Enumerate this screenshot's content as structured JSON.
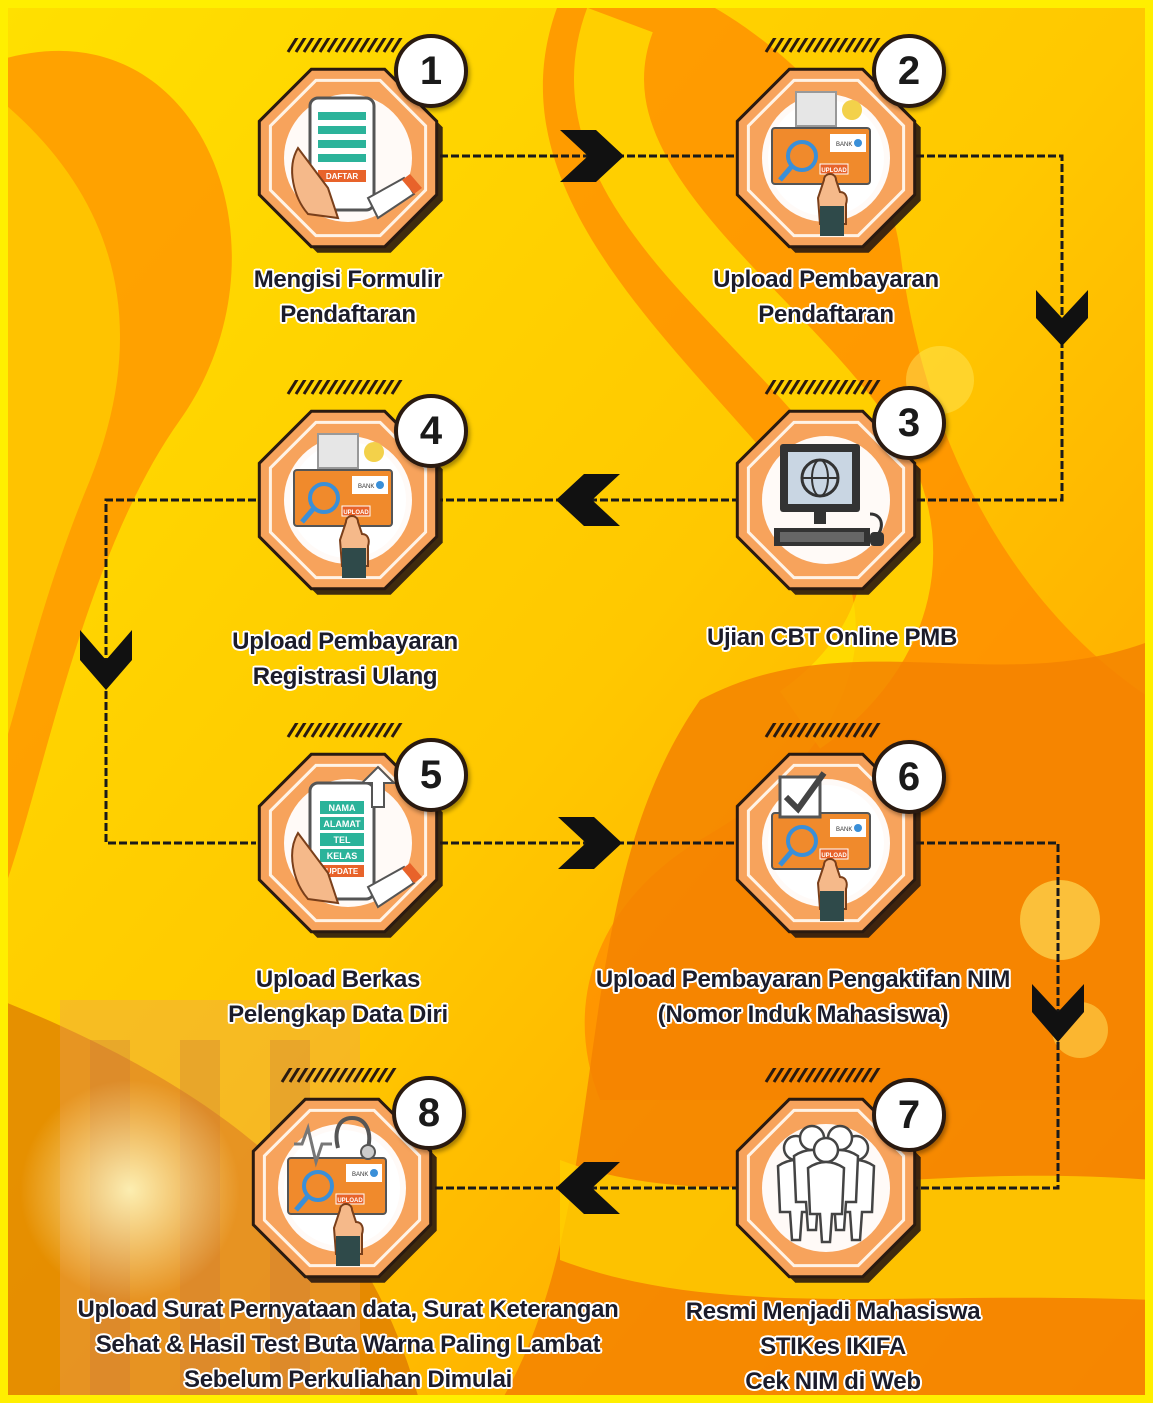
{
  "steps": [
    {
      "num": "1",
      "lines": [
        "Mengisi Formulir",
        "Pendaftaran"
      ],
      "icon": "phone-form-icon",
      "sub": "DAFTAR"
    },
    {
      "num": "2",
      "lines": [
        "Upload Pembayaran",
        "Pendaftaran"
      ],
      "icon": "upload-payment-icon",
      "sub": "UPLOAD"
    },
    {
      "num": "3",
      "lines": [
        "Ujian CBT Online PMB"
      ],
      "icon": "computer-globe-icon"
    },
    {
      "num": "4",
      "lines": [
        "Upload Pembayaran",
        "Registrasi Ulang"
      ],
      "icon": "upload-payment-icon",
      "sub": "UPLOAD"
    },
    {
      "num": "5",
      "lines": [
        "Upload Berkas",
        "Pelengkap Data Diri"
      ],
      "icon": "phone-update-icon",
      "fields": [
        "NAMA",
        "ALAMAT",
        "TEL",
        "KELAS"
      ],
      "sub": "UPDATE"
    },
    {
      "num": "6",
      "lines": [
        "Upload Pembayaran Pengaktifan NIM",
        "(Nomor Induk Mahasiswa)"
      ],
      "icon": "upload-check-icon",
      "sub": "UPLOAD"
    },
    {
      "num": "7",
      "lines": [
        "Resmi Menjadi Mahasiswa",
        "STIKes IKIFA",
        "Cek NIM di Web"
      ],
      "icon": "people-group-icon"
    },
    {
      "num": "8",
      "lines": [
        "Upload Surat Pernyataan data, Surat Keterangan",
        "Sehat & Hasil Test Buta Warna Paling Lambat",
        "Sebelum Perkuliahan  Dimulai"
      ],
      "icon": "upload-medical-icon",
      "sub": "UPLOAD"
    }
  ],
  "colors": {
    "accent": "#f7a35c",
    "badge_ring": "#2a1a10",
    "arrow": "#111111",
    "bg_yellow": "#ffd400",
    "bg_orange": "#f39200"
  }
}
